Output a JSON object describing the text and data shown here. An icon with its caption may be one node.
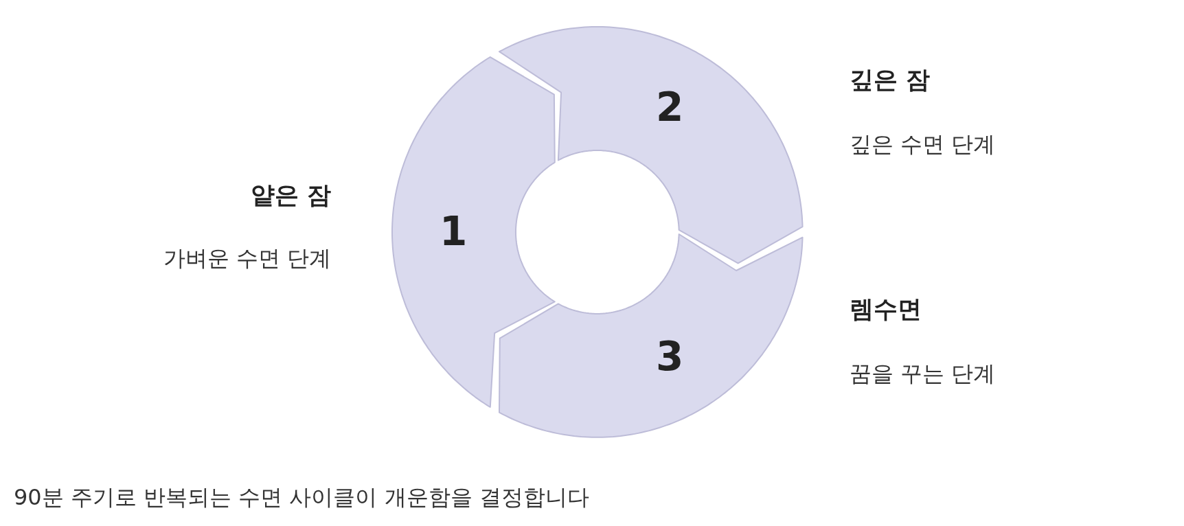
{
  "diagram": {
    "caption": "90분 주기로 반복되는 수면 사이클이 개운함을 결정합니다",
    "nodes": [
      {
        "text": [
          "1"
        ],
        "beside": [
          "얕은 잠",
          "가벼운 수면 단계"
        ]
      },
      {
        "text": [
          "2"
        ],
        "beside": [
          "깊은 잠",
          "깊은 수면 단계"
        ]
      },
      {
        "text": [
          "3"
        ],
        "beside": [
          "렘수면",
          "꿈을 꾸는 단계"
        ]
      }
    ]
  }
}
